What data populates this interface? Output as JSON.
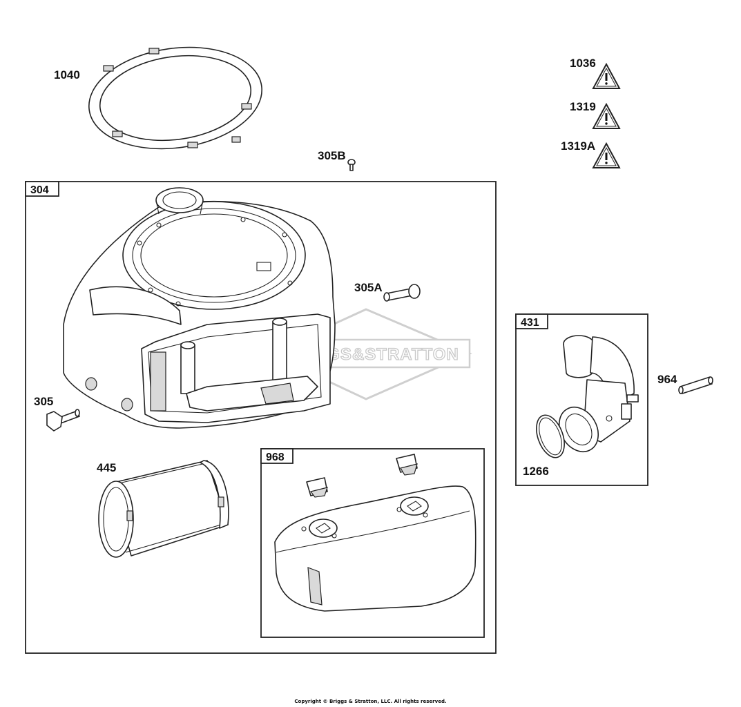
{
  "labels": {
    "p1040": "1040",
    "p1036": "1036",
    "p1319": "1319",
    "p1319A": "1319A",
    "p305B": "305B",
    "p304": "304",
    "p305A": "305A",
    "p305": "305",
    "p445": "445",
    "p968": "968",
    "p431": "431",
    "p964": "964",
    "p1266": "1266"
  },
  "watermark": "BRIGGS&STRATTON",
  "copyright": "Copyright © Briggs & Stratton, LLC. All rights reserved.",
  "icons": {
    "warning": "warning-triangle-icon"
  }
}
